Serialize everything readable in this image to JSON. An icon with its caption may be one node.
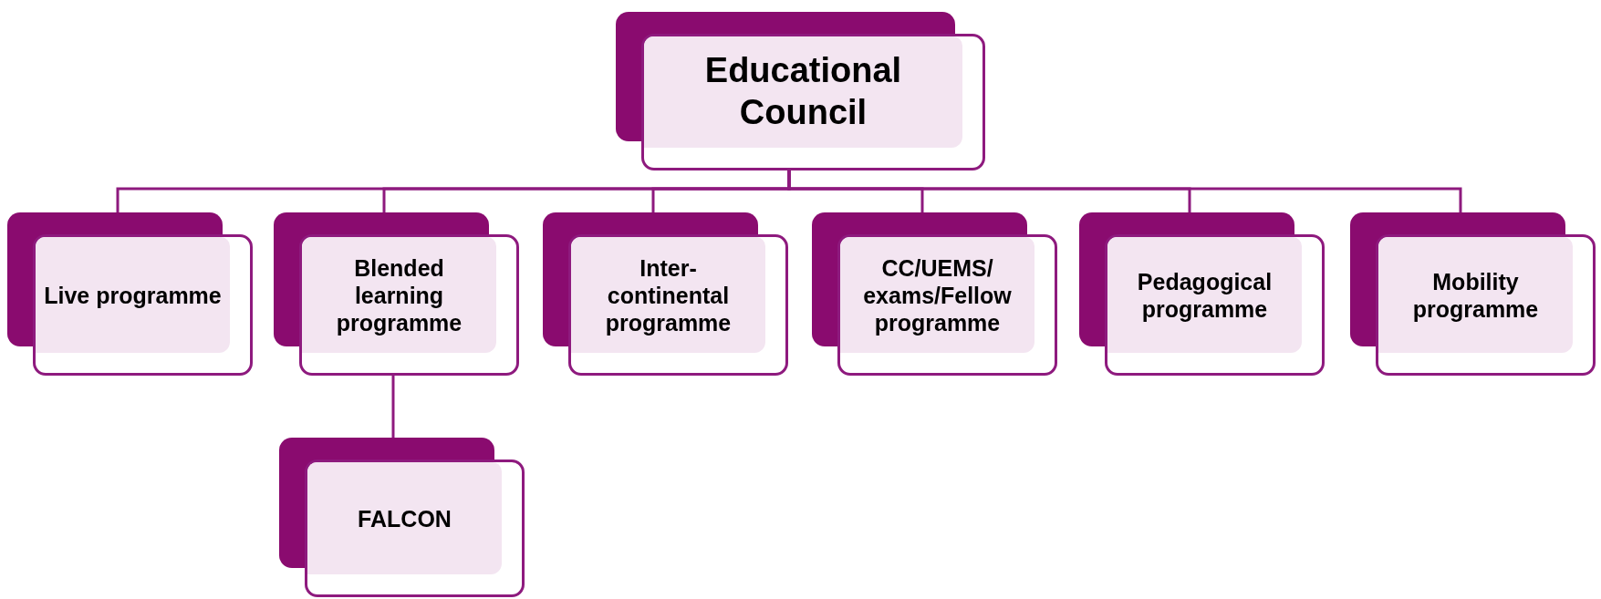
{
  "diagram": {
    "nodes": [
      {
        "text": [
          "Educational Council"
        ]
      },
      {
        "text": [
          "Live programme"
        ]
      },
      {
        "text": [
          "Blended learning programme"
        ]
      },
      {
        "text": [
          "Inter- continental programme"
        ]
      },
      {
        "text": [
          "CC/UEMS/ exams/Fellow programme"
        ]
      },
      {
        "text": [
          "Pedagogical programme"
        ]
      },
      {
        "text": [
          "Mobility programme"
        ]
      },
      {
        "text": [
          "FALCON"
        ]
      }
    ],
    "edges": [
      {
        "from": 0,
        "to": 1,
        "arrow": "none"
      },
      {
        "from": 0,
        "to": 2,
        "arrow": "none"
      },
      {
        "from": 0,
        "to": 3,
        "arrow": "none"
      },
      {
        "from": 0,
        "to": 4,
        "arrow": "none"
      },
      {
        "from": 0,
        "to": 5,
        "arrow": "none"
      },
      {
        "from": 0,
        "to": 6,
        "arrow": "none"
      },
      {
        "from": 2,
        "to": 7,
        "arrow": "none"
      }
    ]
  }
}
